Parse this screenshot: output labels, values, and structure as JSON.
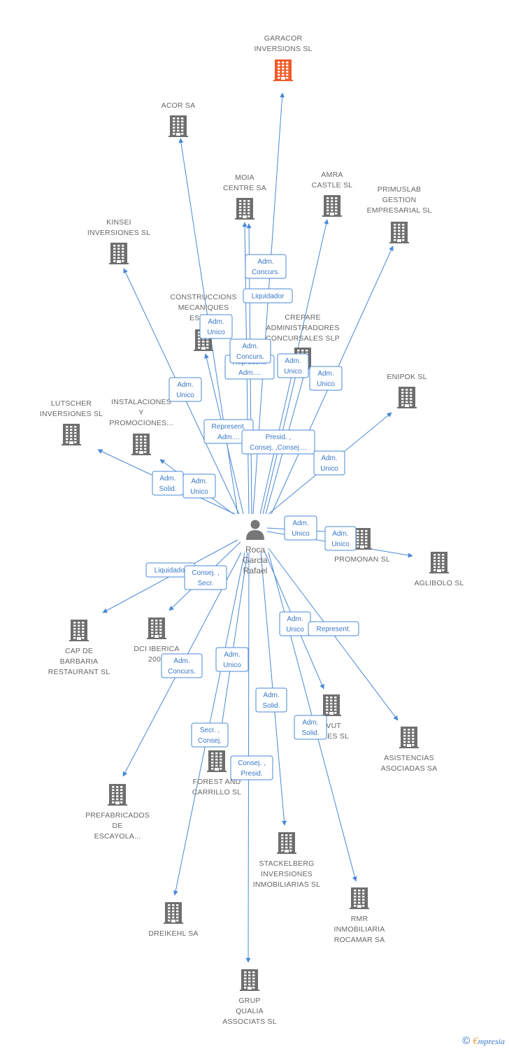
{
  "person": {
    "name_lines": [
      "Roca",
      "Garcia",
      "Rafael"
    ],
    "icon": "person-icon"
  },
  "colors": {
    "edge": "#4a88d6",
    "building": "#6e6e6e",
    "building_highlight": "#f05a28",
    "label": "#666666"
  },
  "companies": [
    {
      "id": "garacor",
      "name_lines": [
        "GARACOR",
        "INVERSIONS SL"
      ],
      "highlight": true
    },
    {
      "id": "acor",
      "name_lines": [
        "ACOR SA"
      ]
    },
    {
      "id": "moia",
      "name_lines": [
        "MOIA",
        "CENTRE SA"
      ]
    },
    {
      "id": "amra",
      "name_lines": [
        "AMRA",
        "CASTLE  SL"
      ]
    },
    {
      "id": "primuslab",
      "name_lines": [
        "PRIMUSLAB",
        "GESTION",
        "EMPRESARIAL SL"
      ]
    },
    {
      "id": "kinsei",
      "name_lines": [
        "KINSEI",
        "INVERSIONES SL"
      ]
    },
    {
      "id": "construccions",
      "name_lines": [
        "CONSTRUCCIONS",
        "MECANIQUES",
        "ESCO..."
      ]
    },
    {
      "id": "crepare",
      "name_lines": [
        "CREPARE",
        "ADMINISTRADORES",
        "CONCURSALES SLP"
      ]
    },
    {
      "id": "enipok",
      "name_lines": [
        "ENIPOK  SL"
      ]
    },
    {
      "id": "lutscher",
      "name_lines": [
        "LUTSCHER",
        "INVERSIONES SL"
      ]
    },
    {
      "id": "instalaciones",
      "name_lines": [
        "INSTALACIONES",
        "Y",
        "PROMOCIONES..."
      ]
    },
    {
      "id": "promonan",
      "name_lines": [
        "PROMONAN SL"
      ]
    },
    {
      "id": "aglibolo",
      "name_lines": [
        "AGLIBOLO SL"
      ]
    },
    {
      "id": "capdebarbaria",
      "name_lines": [
        "CAP DE",
        "BARBARIA",
        "RESTAURANT SL"
      ]
    },
    {
      "id": "dciiberica",
      "name_lines": [
        "DCI IBERICA",
        "2008"
      ]
    },
    {
      "id": "avut",
      "name_lines": [
        "AVUT",
        "IONES SL"
      ]
    },
    {
      "id": "asistencias",
      "name_lines": [
        "ASISTENCIAS",
        "ASOCIADAS SA"
      ]
    },
    {
      "id": "forest",
      "name_lines": [
        "FOREST AND",
        "CARRILLO SL"
      ]
    },
    {
      "id": "prefabricados",
      "name_lines": [
        "PREFABRICADOS",
        "DE",
        "ESCAYOLA..."
      ]
    },
    {
      "id": "stackelberg",
      "name_lines": [
        "STACKELBERG",
        "INVERSIONES",
        "INMOBILIARIAS SL"
      ]
    },
    {
      "id": "dreikehl",
      "name_lines": [
        "DREIKEHL SA"
      ]
    },
    {
      "id": "rmr",
      "name_lines": [
        "RMR",
        "INMOBILIARIA",
        "ROCAMAR SA"
      ]
    },
    {
      "id": "grup",
      "name_lines": [
        "GRUP",
        "QUALIA",
        "ASSOCIATS  SL"
      ]
    }
  ],
  "edges": [
    {
      "to": "garacor"
    },
    {
      "to": "acor"
    },
    {
      "to": "moia"
    },
    {
      "to": "moia"
    },
    {
      "to": "amra"
    },
    {
      "to": "primuslab"
    },
    {
      "to": "kinsei"
    },
    {
      "to": "construccions"
    },
    {
      "to": "crepare"
    },
    {
      "to": "crepare"
    },
    {
      "to": "enipok"
    },
    {
      "to": "lutscher"
    },
    {
      "to": "instalaciones"
    },
    {
      "to": "promonan"
    },
    {
      "to": "aglibolo"
    },
    {
      "to": "capdebarbaria"
    },
    {
      "to": "dciiberica"
    },
    {
      "to": "avut"
    },
    {
      "to": "asistencias"
    },
    {
      "to": "forest"
    },
    {
      "to": "prefabricados"
    },
    {
      "to": "stackelberg"
    },
    {
      "to": "dreikehl"
    },
    {
      "to": "rmr"
    },
    {
      "to": "grup"
    }
  ],
  "edge_labels": [
    {
      "lines": [
        "Adm.",
        "Concurs."
      ]
    },
    {
      "lines": [
        "Liquidador"
      ]
    },
    {
      "lines": [
        "Adm.",
        "Unico"
      ]
    },
    {
      "lines": [
        "Represent.",
        "Adm...."
      ]
    },
    {
      "lines": [
        "Adm.",
        "Concurs."
      ]
    },
    {
      "lines": [
        "Adm.",
        "Unico"
      ]
    },
    {
      "lines": [
        "Adm.",
        "Unico"
      ]
    },
    {
      "lines": [
        "Adm.",
        "Unico"
      ]
    },
    {
      "lines": [
        "Represent.",
        "Adm...."
      ]
    },
    {
      "lines": [
        "Presid. ,",
        "Consej. ,Consej...."
      ]
    },
    {
      "lines": [
        "Adm.",
        "Unico"
      ]
    },
    {
      "lines": [
        "Adm.",
        "Solid."
      ]
    },
    {
      "lines": [
        "Adm.",
        "Unico"
      ]
    },
    {
      "lines": [
        "Adm.",
        "Unico"
      ]
    },
    {
      "lines": [
        "Adm.",
        "Unico"
      ]
    },
    {
      "lines": [
        "Liquidador"
      ]
    },
    {
      "lines": [
        "Consej. ,",
        "Secr."
      ]
    },
    {
      "lines": [
        "Adm.",
        "Unico"
      ]
    },
    {
      "lines": [
        "Represent."
      ]
    },
    {
      "lines": [
        "Adm.",
        "Concurs."
      ]
    },
    {
      "lines": [
        "Adm.",
        "Unico"
      ]
    },
    {
      "lines": [
        "Adm.",
        "Solid."
      ]
    },
    {
      "lines": [
        "Adm.",
        "Solid."
      ]
    },
    {
      "lines": [
        "Secr. ,",
        "Consej."
      ]
    },
    {
      "lines": [
        "Consej. ,",
        "Presid."
      ]
    }
  ],
  "footer": {
    "copyright": "©",
    "brand_first": "€",
    "brand_rest": "mpresia"
  }
}
